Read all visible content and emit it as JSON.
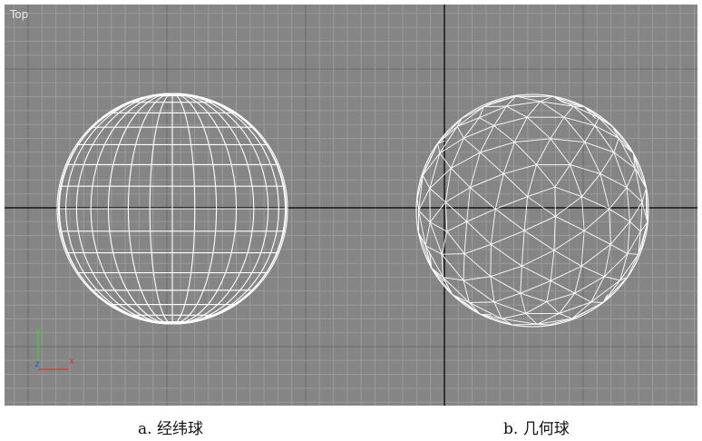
{
  "viewport": {
    "label": "Top",
    "background": "#858585",
    "grid_minor_color": "#9a9a9a",
    "grid_major_color": "#6a6a6a",
    "home_axis_color": "#161616",
    "wire_color": "#ffffff"
  },
  "axis_gizmo": {
    "y_label": "y",
    "z_label": "z",
    "x_label": "x",
    "y_color": "#3ccf3c",
    "z_color": "#3a3aff",
    "x_color": "#e03030"
  },
  "captions": {
    "a": "a. 经纬球",
    "b": "b. 几何球"
  },
  "objects": [
    {
      "name": "sphere",
      "type": "standard-sphere"
    },
    {
      "name": "geosphere",
      "type": "geodesic-sphere"
    }
  ]
}
